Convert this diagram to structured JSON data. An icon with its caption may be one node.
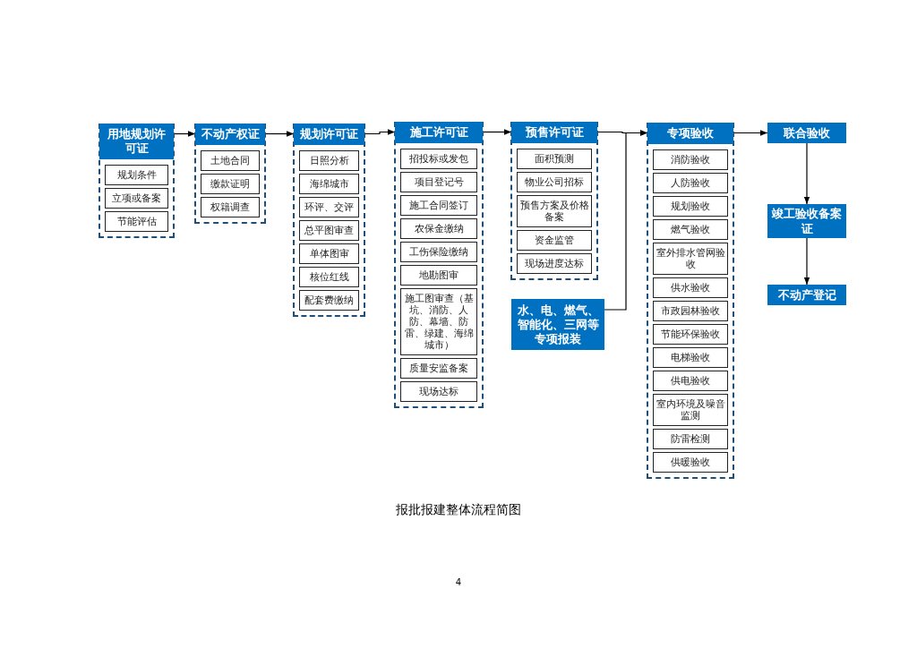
{
  "diagram": {
    "caption": "报批报建整体流程简图",
    "nodes": [
      {
        "text": [],
        "shape": "box"
      },
      {
        "text": [
          "用地规划许可证"
        ],
        "in": 0
      },
      {
        "text": [
          "规划条件"
        ],
        "in": 0
      },
      {
        "text": [
          "立项或备案"
        ],
        "in": 0
      },
      {
        "text": [
          "节能评估"
        ],
        "in": 0
      },
      {
        "text": [],
        "shape": "box"
      },
      {
        "text": [
          "不动产权证"
        ],
        "in": 5
      },
      {
        "text": [
          "土地合同"
        ],
        "in": 5
      },
      {
        "text": [
          "缴款证明"
        ],
        "in": 5
      },
      {
        "text": [
          "权籍调查"
        ],
        "in": 5
      },
      {
        "text": [],
        "shape": "box"
      },
      {
        "text": [
          "规划许可证"
        ],
        "in": 10
      },
      {
        "text": [
          "日照分析"
        ],
        "in": 10
      },
      {
        "text": [
          "海绵城市"
        ],
        "in": 10
      },
      {
        "text": [
          "环评、交评"
        ],
        "in": 10
      },
      {
        "text": [
          "总平图审查"
        ],
        "in": 10
      },
      {
        "text": [
          "单体图审"
        ],
        "in": 10
      },
      {
        "text": [
          "核位红线"
        ],
        "in": 10
      },
      {
        "text": [
          "配套费缴纳"
        ],
        "in": 10
      },
      {
        "text": [],
        "shape": "box"
      },
      {
        "text": [
          "施工许可证"
        ],
        "in": 19
      },
      {
        "text": [
          "招投标或发包"
        ],
        "in": 19
      },
      {
        "text": [
          "项目登记号"
        ],
        "in": 19
      },
      {
        "text": [
          "施工合同签订"
        ],
        "in": 19
      },
      {
        "text": [
          "农保金缴纳"
        ],
        "in": 19
      },
      {
        "text": [
          "工伤保险缴纳"
        ],
        "in": 19
      },
      {
        "text": [
          "地勘图审"
        ],
        "in": 19
      },
      {
        "text": [
          "施工图审查（基坑、消防、人防、幕墙、防雷、绿建、海绵城市）"
        ],
        "in": 19
      },
      {
        "text": [
          "质量安监备案"
        ],
        "in": 19
      },
      {
        "text": [
          "现场达标"
        ],
        "in": 19
      },
      {
        "text": [],
        "shape": "box"
      },
      {
        "text": [
          "预售许可证"
        ],
        "in": 30
      },
      {
        "text": [
          "面积预测"
        ],
        "in": 30
      },
      {
        "text": [
          "物业公司招标"
        ],
        "in": 30
      },
      {
        "text": [
          "预售方案及价格备案"
        ],
        "in": 30
      },
      {
        "text": [
          "资金监管"
        ],
        "in": 30
      },
      {
        "text": [
          "现场进度达标"
        ],
        "in": 30
      },
      {
        "text": [
          "水、电、燃气、智能化、三网等专项报装"
        ]
      },
      {
        "text": [],
        "shape": "box"
      },
      {
        "text": [
          "专项验收"
        ],
        "in": 38
      },
      {
        "text": [
          "消防验收"
        ],
        "in": 38
      },
      {
        "text": [
          "人防验收"
        ],
        "in": 38
      },
      {
        "text": [
          "规划验收"
        ],
        "in": 38
      },
      {
        "text": [
          "燃气验收"
        ],
        "in": 38
      },
      {
        "text": [
          "室外排水管网验收"
        ],
        "in": 38
      },
      {
        "text": [
          "供水验收"
        ],
        "in": 38
      },
      {
        "text": [
          "市政园林验收"
        ],
        "in": 38
      },
      {
        "text": [
          "节能环保验收"
        ],
        "in": 38
      },
      {
        "text": [
          "电梯验收"
        ],
        "in": 38
      },
      {
        "text": [
          "供电验收"
        ],
        "in": 38
      },
      {
        "text": [
          "室内环境及噪音监测"
        ],
        "in": 38
      },
      {
        "text": [
          "防雷检测"
        ],
        "in": 38
      },
      {
        "text": [
          "供暖验收"
        ],
        "in": 38
      },
      {
        "text": [
          "联合验收"
        ]
      },
      {
        "text": [
          "竣工验收备案证"
        ]
      },
      {
        "text": [
          "不动产登记"
        ]
      }
    ],
    "edges": [
      {
        "from": 1,
        "to": 6,
        "arrow": "to"
      },
      {
        "from": 6,
        "to": 11,
        "arrow": "to"
      },
      {
        "from": 11,
        "to": 20,
        "arrow": "to"
      },
      {
        "from": 20,
        "to": 31,
        "arrow": "to"
      },
      {
        "from": 31,
        "to": 39,
        "arrow": "to"
      },
      {
        "from": 37,
        "to": 39,
        "arrow": "to"
      },
      {
        "from": 39,
        "to": 53,
        "arrow": "to"
      },
      {
        "from": 53,
        "to": 54,
        "arrow": "to"
      },
      {
        "from": 54,
        "to": 55,
        "arrow": "to"
      }
    ],
    "labels": [
      "4"
    ]
  }
}
